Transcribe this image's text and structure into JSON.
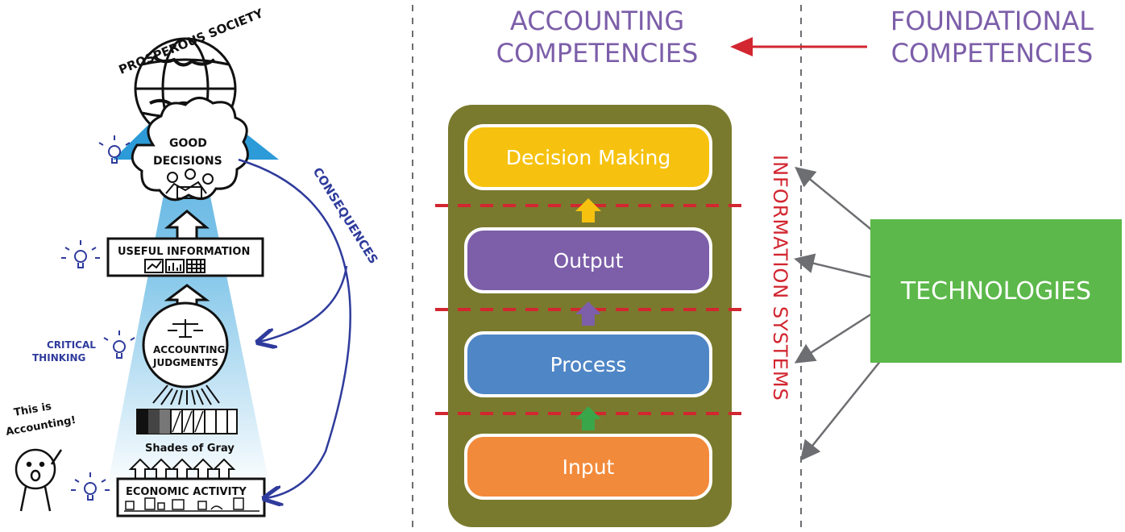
{
  "colors": {
    "panel": "#7a7a2e",
    "decision": "#f6c20f",
    "output": "#7c5ea9",
    "process": "#4f86c6",
    "input": "#f28a3b",
    "tech": "#5cb84a",
    "red": "#d22630",
    "purple": "#7c5ea9",
    "gray_arrow": "#6d6e71",
    "sketch_blue": "#2f3b9c"
  },
  "left_sketch": {
    "top_label": "PROSPEROUS SOCIETY",
    "good_decisions": "GOOD DECISIONS",
    "useful_information": "USEFUL INFORMATION",
    "accounting_judgments": "ACCOUNTING JUDGMENTS",
    "critical_thinking": "CRITICAL THINKING",
    "shades_of_gray": "Shades of Gray",
    "this_is_accounting": "This is Accounting!",
    "economic_activity": "ECONOMIC ACTIVITY",
    "consequences": "CONSEQUENCES"
  },
  "headers": {
    "accounting": [
      "ACCOUNTING",
      "COMPETENCIES"
    ],
    "foundational": [
      "FOUNDATIONAL",
      "COMPETENCIES"
    ]
  },
  "pipeline": {
    "decision": "Decision Making",
    "output": "Output",
    "process": "Process",
    "input": "Input"
  },
  "information_systems": "INFORMATION SYSTEMS",
  "technologies": "TECHNOLOGIES"
}
